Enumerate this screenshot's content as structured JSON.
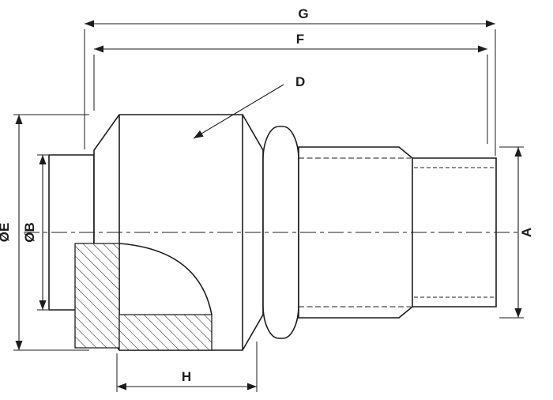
{
  "colors": {
    "line": "#1c1c1c",
    "background": "#ffffff"
  },
  "drawing": {
    "type": "technical-drawing",
    "subject": "threaded hex fitting with sectioned nut",
    "dimension_labels": {
      "g": "G",
      "f": "F",
      "d": "D",
      "e": "ØE",
      "b": "ØB",
      "a": "A",
      "h": "H"
    }
  }
}
